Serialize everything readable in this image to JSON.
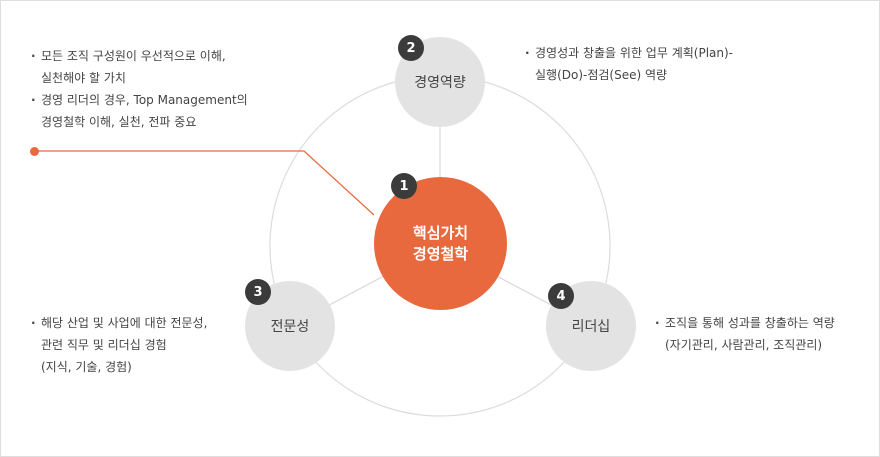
{
  "colors": {
    "accent": "#e8693d",
    "node_gray": "#e3e3e3",
    "badge": "#3b3b3b",
    "ring": "#dcdcdc"
  },
  "core": {
    "badge": "1",
    "label": "핵심가치\n경영철학"
  },
  "nodes": {
    "management": {
      "badge": "2",
      "label": "경영역량"
    },
    "expertise": {
      "badge": "3",
      "label": "전문성"
    },
    "leadership": {
      "badge": "4",
      "label": "리더십"
    }
  },
  "descriptions": {
    "core": [
      "모든 조직 구성원이 우선적으로 이해,\n실천해야 할 가치",
      "경영 리더의 경우, Top Management의\n경영철학 이해, 실천, 전파 중요"
    ],
    "management": [
      "경영성과 창출을 위한 업무 계획(Plan)-\n실행(Do)-점검(See) 역량"
    ],
    "expertise": [
      "해당 산업 및 사업에 대한 전문성,\n관련 직무 및 리더십 경험\n(지식, 기술, 경험)"
    ],
    "leadership": [
      "조직을 통해 성과를 창출하는 역량\n(자기관리, 사람관리, 조직관리)"
    ]
  }
}
